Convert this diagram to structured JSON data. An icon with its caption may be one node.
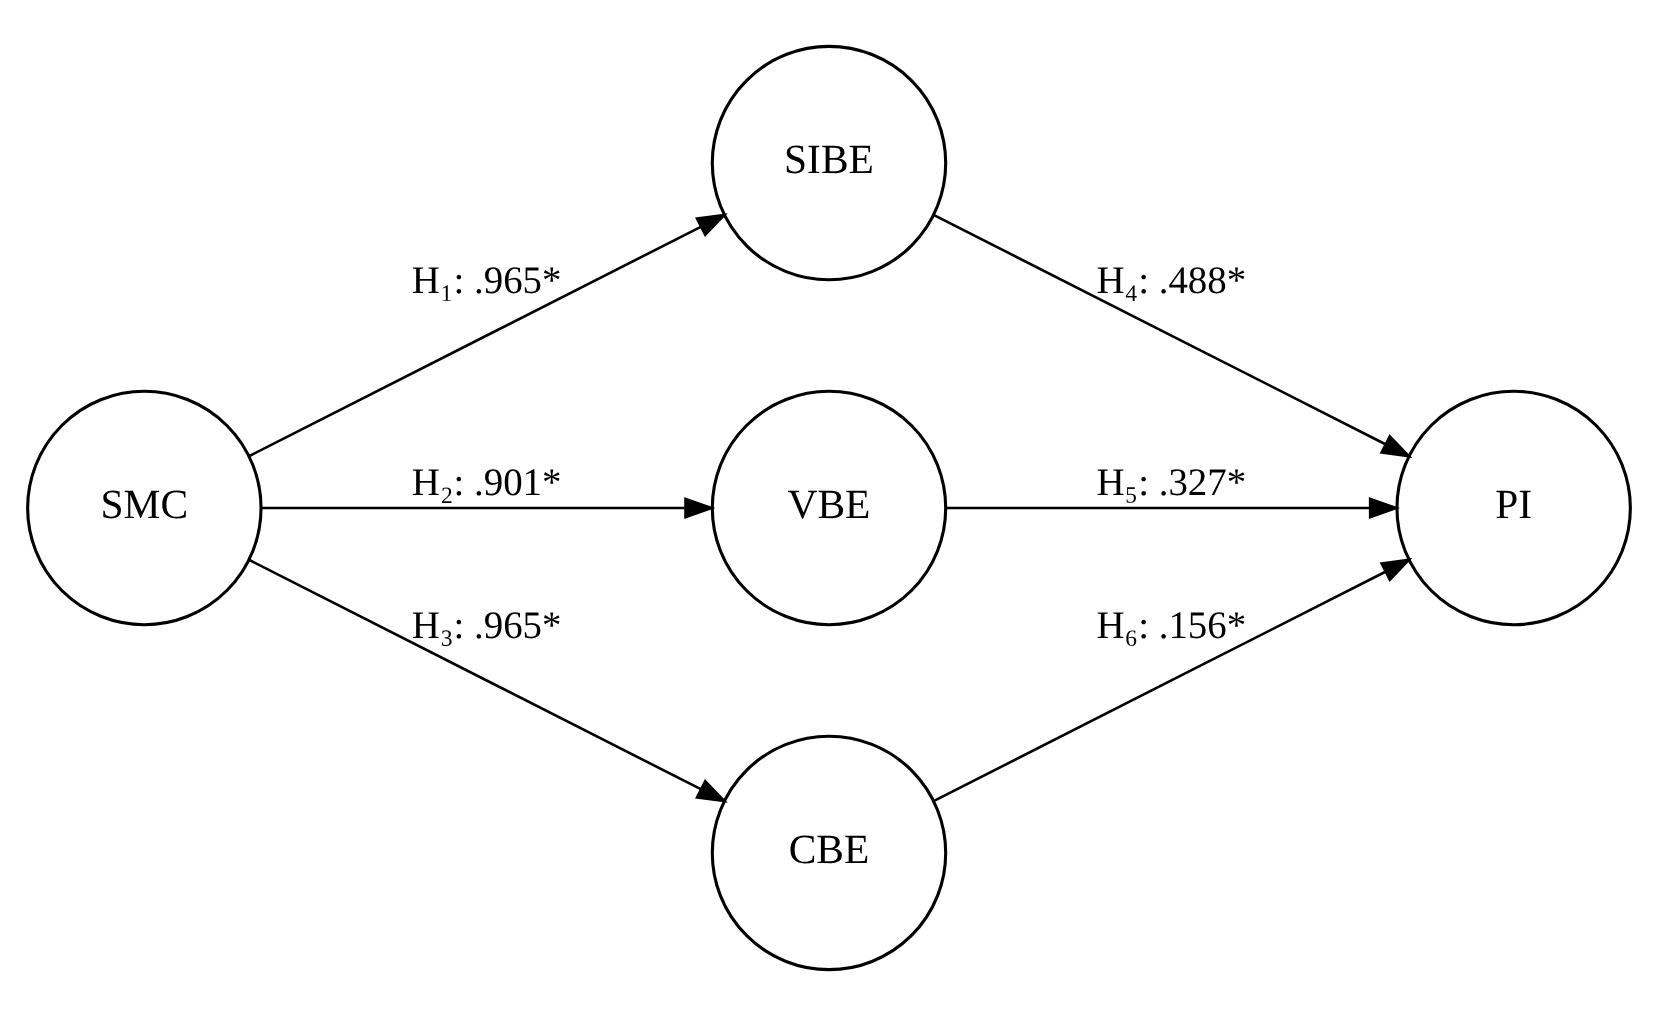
{
  "diagram": {
    "nodes": [
      {
        "text": [
          "SMC"
        ]
      },
      {
        "text": [
          "SIBE"
        ]
      },
      {
        "text": [
          "VBE"
        ]
      },
      {
        "text": [
          "CBE"
        ]
      },
      {
        "text": [
          "PI"
        ]
      }
    ],
    "edges": [
      {
        "from": 0,
        "to": 1,
        "arrow": "to",
        "label": "H₁: .965*"
      },
      {
        "from": 0,
        "to": 2,
        "arrow": "to",
        "label": "H₂: .901*"
      },
      {
        "from": 0,
        "to": 3,
        "arrow": "to",
        "label": "H₃: .965*"
      },
      {
        "from": 1,
        "to": 4,
        "arrow": "to",
        "label": "H₄: .488*"
      },
      {
        "from": 2,
        "to": 4,
        "arrow": "to",
        "label": "H₅: .327*"
      },
      {
        "from": 3,
        "to": 4,
        "arrow": "to",
        "label": "H₆: .156*"
      }
    ]
  }
}
